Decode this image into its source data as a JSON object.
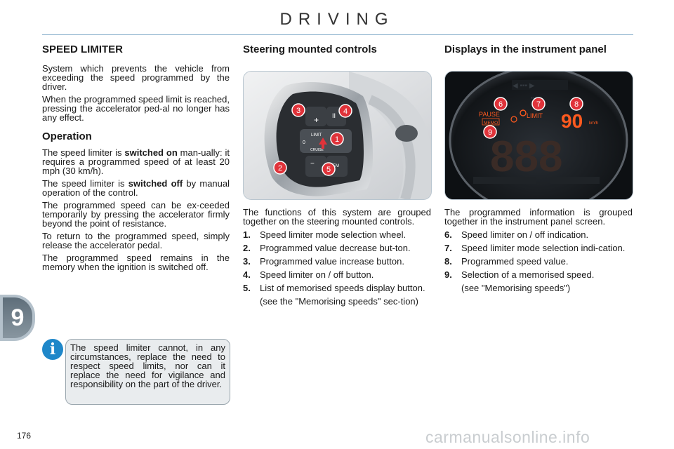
{
  "page": {
    "title": "DRIVING",
    "page_number": "176",
    "chapter": "9",
    "watermark": "carmanualsonline.info"
  },
  "col1": {
    "heading": "SPEED LIMITER",
    "intro1": "System which prevents the vehicle from exceeding the speed programmed by the driver.",
    "intro2": "When the programmed speed limit is reached, pressing the accelerator ped-al no longer has any effect.",
    "subheading": "Operation",
    "p1_a": "The speed limiter is ",
    "p1_b": "switched on",
    "p1_c": " man-ually: it requires a programmed speed of at least 20 mph (30 km/h).",
    "p2_a": "The speed limiter is ",
    "p2_b": "switched off",
    "p2_c": " by manual operation of the control.",
    "p3": "The programmed speed can be ex-ceeded temporarily by pressing the accelerator firmly beyond the point of resistance.",
    "p4": "To return to the programmed speed, simply release the accelerator pedal.",
    "p5": "The programmed speed remains in the memory when the ignition is switched off."
  },
  "info": {
    "icon": "info-icon",
    "text": "The speed limiter cannot, in any circumstances, replace the need to respect speed limits, nor can it replace the need for vigilance and responsibility on the part of the driver."
  },
  "col2": {
    "heading": "Steering mounted controls",
    "photo_labels": {
      "limit": "LIMIT",
      "cruise": "CRUISE",
      "mem": "MEM",
      "zero": "0",
      "pause": "II"
    },
    "badges": [
      "1",
      "2",
      "3",
      "4",
      "5"
    ],
    "intro": "The functions of this system are grouped together on the steering mounted controls.",
    "items": [
      {
        "n": "1.",
        "text": "Speed limiter mode selection wheel."
      },
      {
        "n": "2.",
        "text": "Programmed value decrease but-ton."
      },
      {
        "n": "3.",
        "text": "Programmed value increase button."
      },
      {
        "n": "4.",
        "text": "Speed limiter on / off button."
      },
      {
        "n": "5.",
        "text": "List of memorised speeds display button."
      }
    ],
    "note": "(see the \"Memorising speeds\" sec-tion)"
  },
  "col3": {
    "heading": "Displays in the instrument panel",
    "photo_labels": {
      "pause": "PAUSE",
      "limit": "LIMIT",
      "memo": "MEMO",
      "speed": "90",
      "unit": "km/h",
      "big": "888"
    },
    "badges": [
      "6",
      "7",
      "8",
      "9"
    ],
    "intro": "The programmed information is grouped together in the instrument panel screen.",
    "items": [
      {
        "n": "6.",
        "text": "Speed limiter on / off indication."
      },
      {
        "n": "7.",
        "text": "Speed limiter mode selection indi-cation."
      },
      {
        "n": "8.",
        "text": "Programmed speed value."
      },
      {
        "n": "9.",
        "text": "Selection of a memorised speed."
      }
    ],
    "note": "(see \"Memorising speeds\")"
  },
  "colors": {
    "badge_red": "#e0333a",
    "info_blue": "#1f87c9",
    "rule": "#8fb4cf",
    "display_orange": "#ff5a1f"
  }
}
